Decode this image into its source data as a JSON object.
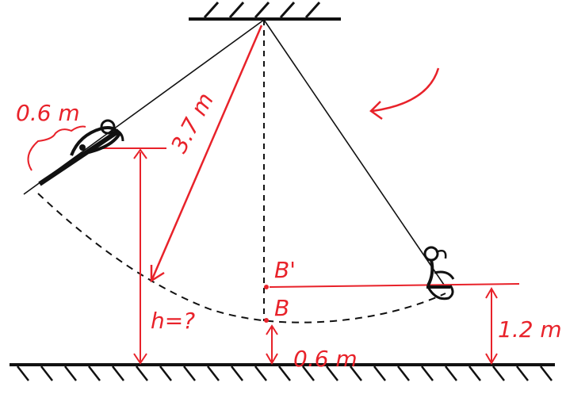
{
  "labels": {
    "cord_length": "3.7 m",
    "start_offset": "0.6 m",
    "unknown_height": "h=?",
    "bottom_height": "0.6 m",
    "end_height": "1.2 m",
    "point_b": "B",
    "point_b_prime": "B'"
  },
  "colors": {
    "ink": "#111111",
    "annotation": "#e8222a"
  }
}
